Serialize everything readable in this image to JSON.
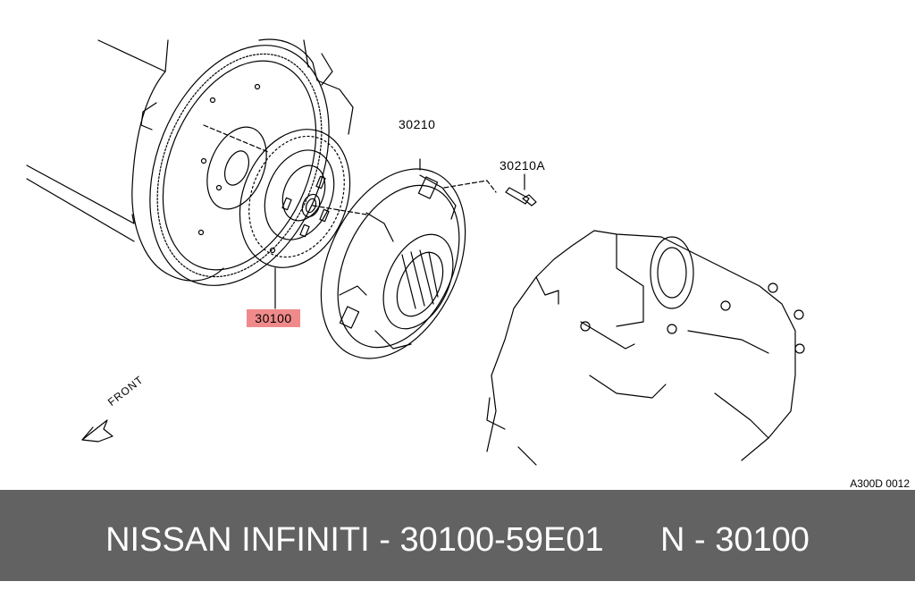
{
  "diagram": {
    "parts": [
      {
        "number": "30100",
        "highlighted": true
      },
      {
        "number": "30210",
        "highlighted": false
      },
      {
        "number": "30210A",
        "highlighted": false
      }
    ],
    "front_label": "FRONT",
    "diagram_code": "A300D 0012",
    "highlight_color": "#f08a8a"
  },
  "footer": {
    "text": "NISSAN INFINITI - 30100-59E01      N - 30100",
    "background": "#626262"
  }
}
